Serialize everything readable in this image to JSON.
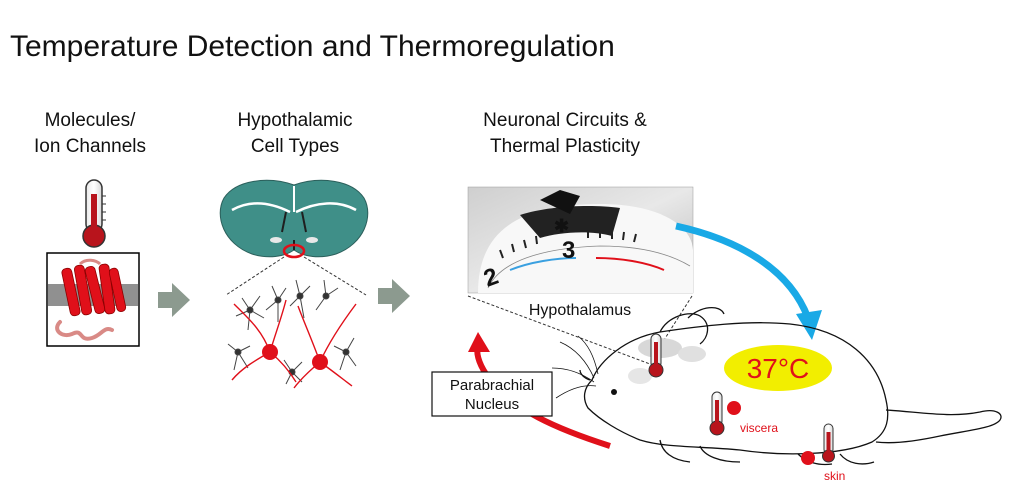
{
  "title": "Temperature Detection and Thermoregulation",
  "columns": [
    {
      "line1": "Molecules/",
      "line2": "Ion Channels"
    },
    {
      "line1": "Hypothalamic",
      "line2": "Cell Types"
    },
    {
      "line1": "Neuronal Circuits &",
      "line2": "Thermal Plasticity"
    }
  ],
  "labels": {
    "hypothalamus": "Hypothalamus",
    "parabrachial_line1": "Parabrachial",
    "parabrachial_line2": "Nucleus",
    "body_temp": "37°C",
    "viscera": "viscera",
    "skin": "skin"
  },
  "dial": {
    "numbers": [
      "2",
      "3"
    ]
  },
  "colors": {
    "red": "#e0101a",
    "blue": "#19a9e6",
    "teal": "#3f8f88",
    "yellow": "#f2ee00",
    "grey_arrow": "#8c9a8f"
  }
}
